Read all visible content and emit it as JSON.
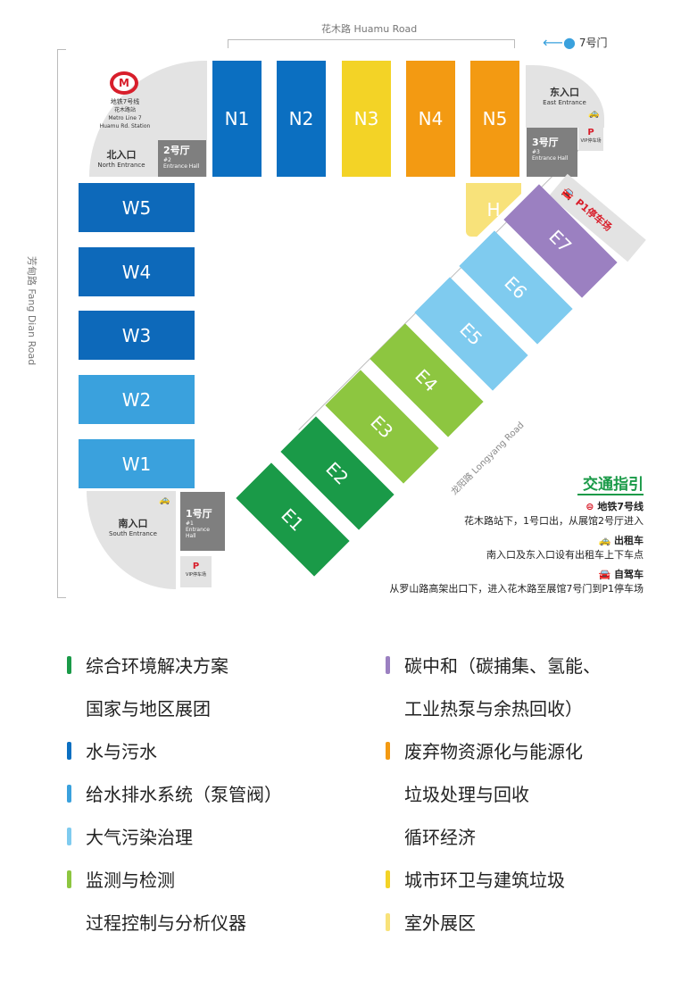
{
  "roads": {
    "north": "花木路  Huamu Road",
    "west": "芳甸路  Fang Dian Road",
    "southeast": "龙阳路  Longyang Road"
  },
  "gate7": "7号门",
  "metro": {
    "cn": "地铁7号线",
    "station_cn": "花木路站",
    "en1": "Metro Line 7",
    "en2": "Huamu Rd. Station"
  },
  "entrances": {
    "north": {
      "cn": "北入口",
      "en": "North Entrance"
    },
    "east": {
      "cn": "东入口",
      "en": "East Entrance"
    },
    "south": {
      "cn": "南入口",
      "en": "South Entrance"
    }
  },
  "entrance_halls": [
    {
      "cn": "1号厅",
      "num": "#1",
      "en": "Entrance Hall"
    },
    {
      "cn": "2号厅",
      "num": "#2",
      "en": "Entrance Hall"
    },
    {
      "cn": "3号厅",
      "num": "#3",
      "en": "Entrance Hall"
    }
  ],
  "parking": {
    "p": "P",
    "vip": "VIP停车场",
    "p1": "P1停车场"
  },
  "halls": {
    "north": [
      {
        "id": "N1",
        "color": "#0b6fc1"
      },
      {
        "id": "N2",
        "color": "#0b6fc1"
      },
      {
        "id": "N3",
        "color": "#f3d326"
      },
      {
        "id": "N4",
        "color": "#f39a12"
      },
      {
        "id": "N5",
        "color": "#f39a12"
      }
    ],
    "west": [
      {
        "id": "W5",
        "color": "#0d69ba"
      },
      {
        "id": "W4",
        "color": "#0d69ba"
      },
      {
        "id": "W3",
        "color": "#0d69ba"
      },
      {
        "id": "W2",
        "color": "#3aa1dd"
      },
      {
        "id": "W1",
        "color": "#3aa1dd"
      }
    ],
    "east": [
      {
        "id": "E1",
        "color": "#1a9a48"
      },
      {
        "id": "E2",
        "color": "#1a9a48"
      },
      {
        "id": "E3",
        "color": "#8dc640"
      },
      {
        "id": "E4",
        "color": "#8dc640"
      },
      {
        "id": "E5",
        "color": "#7fcbef"
      },
      {
        "id": "E6",
        "color": "#7fcbef"
      },
      {
        "id": "E7",
        "color": "#9b80c1"
      }
    ],
    "outdoor": {
      "id": "H",
      "color": "#f8e27a"
    }
  },
  "guide": {
    "title": "交通指引",
    "metro_title": "地铁7号线",
    "metro_text": "花木路站下，1号口出，从展馆2号厅进入",
    "taxi_title": "出租车",
    "taxi_text": "南入口及东入口设有出租车上下车点",
    "car_title": "自驾车",
    "car_text": "从罗山路高架出口下，进入花木路至展馆7号门到P1停车场"
  },
  "legend": {
    "left": [
      {
        "label": "综合环境解决方案",
        "color": "#1a9a48"
      },
      {
        "label": "国家与地区展团",
        "color": ""
      },
      {
        "label": "水与污水",
        "color": "#0b6fc1"
      },
      {
        "label": "给水排水系统（泵管阀）",
        "color": "#3aa1dd"
      },
      {
        "label": "大气污染治理",
        "color": "#7fcbef"
      },
      {
        "label": "监测与检测",
        "color": "#8dc640"
      },
      {
        "label": "过程控制与分析仪器",
        "color": ""
      }
    ],
    "right": [
      {
        "label": "碳中和（碳捕集、氢能、",
        "color": "#9b80c1"
      },
      {
        "label": "工业热泵与余热回收）",
        "color": ""
      },
      {
        "label": "废弃物资源化与能源化",
        "color": "#f39a12"
      },
      {
        "label": "垃圾处理与回收",
        "color": ""
      },
      {
        "label": "循环经济",
        "color": ""
      },
      {
        "label": "城市环卫与建筑垃圾",
        "color": "#f3d326"
      },
      {
        "label": "室外展区",
        "color": "#f8e27a"
      }
    ]
  }
}
